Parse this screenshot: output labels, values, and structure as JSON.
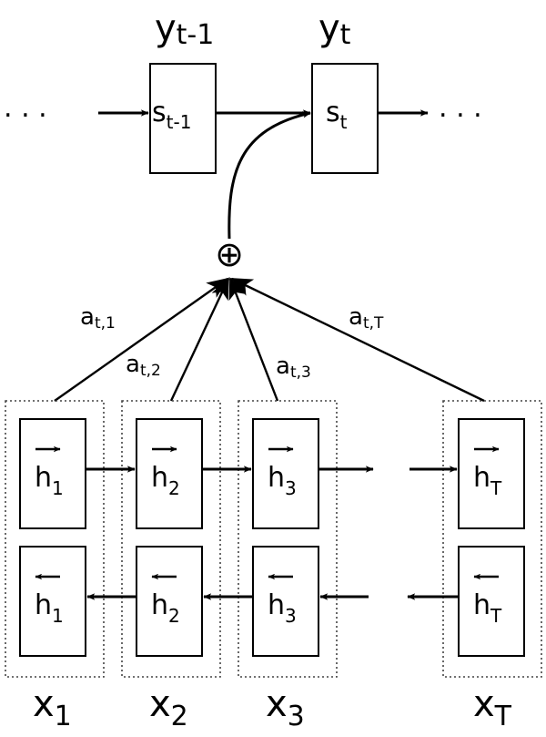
{
  "outputs": [
    {
      "base": "y",
      "sub": "t-1"
    },
    {
      "base": "y",
      "sub": "t"
    }
  ],
  "states": [
    {
      "base": "s",
      "sub": "t-1"
    },
    {
      "base": "s",
      "sub": "t"
    }
  ],
  "ellipsis": ". . .",
  "combine_symbol": "⊕",
  "weights": [
    {
      "base": "a",
      "sub": "t,1"
    },
    {
      "base": "a",
      "sub": "t,2"
    },
    {
      "base": "a",
      "sub": "t,3"
    },
    {
      "base": "a",
      "sub": "t,T"
    }
  ],
  "forward": [
    {
      "base": "h",
      "sub": "1"
    },
    {
      "base": "h",
      "sub": "2"
    },
    {
      "base": "h",
      "sub": "3"
    },
    {
      "base": "h",
      "sub": "T"
    }
  ],
  "backward": [
    {
      "base": "h",
      "sub": "1"
    },
    {
      "base": "h",
      "sub": "2"
    },
    {
      "base": "h",
      "sub": "3"
    },
    {
      "base": "h",
      "sub": "T"
    }
  ],
  "inputs": [
    {
      "base": "x",
      "sub": "1"
    },
    {
      "base": "x",
      "sub": "2"
    },
    {
      "base": "x",
      "sub": "3"
    },
    {
      "base": "x",
      "sub": "T"
    }
  ]
}
